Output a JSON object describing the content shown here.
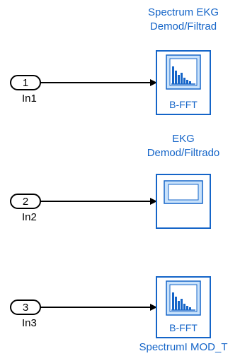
{
  "colors": {
    "block_blue": "#1565c8",
    "icon_fill": "#c9e2fb",
    "port_black": "#000000",
    "background": "#ffffff"
  },
  "ports": [
    {
      "number": "1",
      "label": "In1"
    },
    {
      "number": "2",
      "label": "In2"
    },
    {
      "number": "3",
      "label": "In3"
    }
  ],
  "blocks": [
    {
      "title_line1": "Spectrum EKG",
      "title_line2": "Demod/Filtrad",
      "footer": "B-FFT",
      "icon": "spectrum-analyzer-icon"
    },
    {
      "title_line1": "EKG",
      "title_line2": "Demod/Filtrado",
      "icon": "scope-icon"
    },
    {
      "footer": "B-FFT",
      "bottom_label": "SpectrumI MOD_T",
      "icon": "spectrum-analyzer-icon"
    }
  ]
}
